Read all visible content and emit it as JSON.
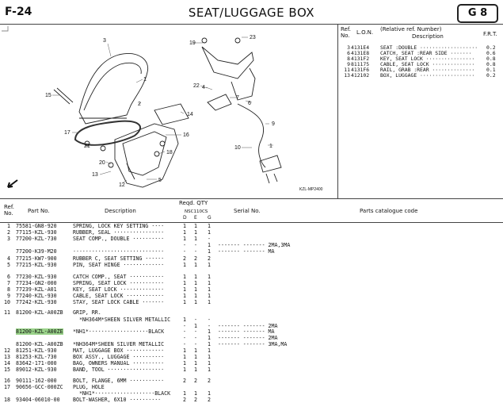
{
  "header": {
    "page": "F-24",
    "title": "SEAT/LUGGAGE BOX",
    "section": "G 8"
  },
  "diagram": {
    "callouts": [
      "23",
      "19",
      "3",
      "15",
      "2",
      "1",
      "22",
      "7",
      "6",
      "4",
      "14",
      "9",
      "17",
      "21",
      "16",
      "10",
      "1",
      "18",
      "20",
      "13",
      "12",
      "5"
    ],
    "code": "KZL-MP2400"
  },
  "summary": {
    "headers": {
      "ref": "Ref.\nNo.",
      "lon": "L.O.N.",
      "rel": "(Relative ref. Number)",
      "desc": "Description",
      "frt": "F.R.T."
    },
    "rows": [
      {
        "ref": "3",
        "lon": "4131E4",
        "desc": "SEAT :DOUBLE ···················",
        "frt": "0.2"
      },
      {
        "ref": "6",
        "lon": "4131E8",
        "desc": "CATCH, SEAT :REAR SIDE ·······",
        "frt": "0.6"
      },
      {
        "ref": "8",
        "lon": "4131F2",
        "desc": "KEY, SEAT LOCK ················",
        "frt": "0.8"
      },
      {
        "ref": "9",
        "lon": "811175",
        "desc": "CABLE, SEAT LOCK ··············",
        "frt": "0.8"
      },
      {
        "ref": "11",
        "lon": "4131F6",
        "desc": "RAIL, GRAB :REAR ··············",
        "frt": "0.1"
      },
      {
        "ref": "13",
        "lon": "412102",
        "desc": "BOX, LUGGAGE ··················",
        "frt": "0.2"
      }
    ]
  },
  "list_header": {
    "ref": "Ref.\nNo.",
    "part": "Part No.",
    "desc": "Description",
    "reqd": "Reqd. QTY",
    "model": "NSC110CS",
    "cols": [
      "D",
      "E",
      "G"
    ],
    "serial": "Serial No.",
    "catalogue": "Parts catalogue code"
  },
  "rows": [
    {
      "ref": "1",
      "part": "75581-GN8-920",
      "desc": "SPRING, LOCK KEY SETTING ····",
      "q": [
        "1",
        "1",
        "1"
      ],
      "serial": "",
      "hl": false
    },
    {
      "ref": "2",
      "part": "77115-KZL-930",
      "desc": "RUBBER, SEAL ················",
      "q": [
        "1",
        "1",
        "1"
      ],
      "serial": "",
      "hl": false
    },
    {
      "ref": "3",
      "part": "77200-KZL-730",
      "desc": "SEAT COMP., DOUBLE ··········",
      "q": [
        "1",
        "1",
        "-"
      ],
      "serial": "",
      "hl": false
    },
    {
      "ref": "",
      "part": "",
      "desc": "",
      "q": [
        "-",
        "-",
        "1"
      ],
      "serial": "------- ------- 2MA,3MA",
      "hl": false
    },
    {
      "ref": "",
      "part": "77200-K39-M20",
      "desc": "·····························",
      "q": [
        "-",
        "-",
        "1"
      ],
      "serial": "------- ------- MA",
      "hl": false
    },
    {
      "ref": "4",
      "part": "77215-KW7-900",
      "desc": "RUBBER C, SEAT SETTING ······",
      "q": [
        "2",
        "2",
        "2"
      ],
      "serial": "",
      "hl": false
    },
    {
      "ref": "5",
      "part": "77215-KZL-930",
      "desc": "PIN, SEAT HINGE ·············",
      "q": [
        "1",
        "1",
        "1"
      ],
      "serial": "",
      "hl": false
    },
    {
      "ref": "6",
      "part": "77230-KZL-930",
      "desc": "CATCH COMP., SEAT ···········",
      "q": [
        "1",
        "1",
        "1"
      ],
      "serial": "",
      "hl": false
    },
    {
      "ref": "7",
      "part": "77234-GN2-000",
      "desc": "SPRING, SEAT LOCK ···········",
      "q": [
        "1",
        "1",
        "1"
      ],
      "serial": "",
      "hl": false
    },
    {
      "ref": "8",
      "part": "77239-KZL-A01",
      "desc": "KEY, SEAT LOCK ··············",
      "q": [
        "1",
        "1",
        "1"
      ],
      "serial": "",
      "hl": false
    },
    {
      "ref": "9",
      "part": "77240-KZL-930",
      "desc": "CABLE, SEAT LOCK ············",
      "q": [
        "1",
        "1",
        "1"
      ],
      "serial": "",
      "hl": false
    },
    {
      "ref": "10",
      "part": "77242-KZL-930",
      "desc": "STAY, SEAT LOCK CABLE ·······",
      "q": [
        "1",
        "1",
        "1"
      ],
      "serial": "",
      "hl": false
    },
    {
      "ref": "11",
      "part": "81200-KZL-A00ZB",
      "desc": "GRIP, RR.",
      "q": [
        "",
        "",
        ""
      ],
      "serial": "",
      "hl": false
    },
    {
      "ref": "",
      "part": "",
      "desc": "  *NH364M*SHEEN SILVER METALLIC",
      "q": [
        "1",
        "-",
        "-"
      ],
      "serial": "",
      "hl": false
    },
    {
      "ref": "",
      "part": "",
      "desc": "",
      "q": [
        "-",
        "1",
        "-"
      ],
      "serial": "------- ------- 2MA",
      "hl": false
    },
    {
      "ref": "",
      "part": "81200-KZL-A00ZE",
      "desc": "*NH1*···················BLACK",
      "q": [
        "-",
        "-",
        "1"
      ],
      "serial": "------- ------- MA",
      "hl": true
    },
    {
      "ref": "",
      "part": "",
      "desc": "",
      "q": [
        "-",
        "-",
        "1"
      ],
      "serial": "------- ------- 2MA",
      "hl": false
    },
    {
      "ref": "",
      "part": "81200-KZL-A00ZB",
      "desc": "*NH364M*SHEEN SILVER METALLIC",
      "q": [
        "-",
        "-",
        "1"
      ],
      "serial": "------- ------- 3MA,MA",
      "hl": false
    },
    {
      "ref": "12",
      "part": "81251-KZL-930",
      "desc": "MAT, LUGGAGE BOX ············",
      "q": [
        "1",
        "1",
        "1"
      ],
      "serial": "",
      "hl": false
    },
    {
      "ref": "13",
      "part": "81253-KZL-730",
      "desc": "BOX ASSY., LUGGAGE ··········",
      "q": [
        "1",
        "1",
        "1"
      ],
      "serial": "",
      "hl": false
    },
    {
      "ref": "14",
      "part": "83642-171-000",
      "desc": "BAG, OWNERS MANUAL ··········",
      "q": [
        "1",
        "1",
        "1"
      ],
      "serial": "",
      "hl": false
    },
    {
      "ref": "15",
      "part": "89012-KZL-930",
      "desc": "BAND, TOOL ··················",
      "q": [
        "1",
        "1",
        "1"
      ],
      "serial": "",
      "hl": false
    },
    {
      "ref": "16",
      "part": "90111-162-000",
      "desc": "BOLT, FLANGE, 6MM ···········",
      "q": [
        "2",
        "2",
        "2"
      ],
      "serial": "",
      "hl": false
    },
    {
      "ref": "17",
      "part": "90656-GCC-000ZC",
      "desc": "PLUG, HOLE",
      "q": [
        "",
        "",
        ""
      ],
      "serial": "",
      "hl": false
    },
    {
      "ref": "",
      "part": "",
      "desc": "  *NH1*···················BLACK",
      "q": [
        "1",
        "1",
        "1"
      ],
      "serial": "",
      "hl": false
    },
    {
      "ref": "18",
      "part": "93404-06010-00",
      "desc": "BOLT-WASHER, 6X10 ··········",
      "q": [
        "2",
        "2",
        "2"
      ],
      "serial": "",
      "hl": false
    }
  ]
}
